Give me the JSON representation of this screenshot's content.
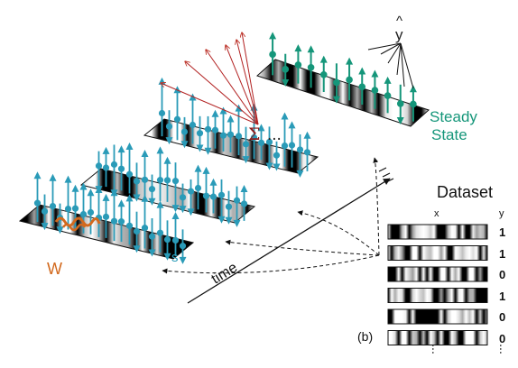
{
  "labels": {
    "steady": "Steady",
    "state": "State",
    "yhat_letter": "y",
    "yhat_hat": "^",
    "sigma": "Σ",
    "ellipsis": "...",
    "weight": "W",
    "spin": "s",
    "time": "time",
    "dataset_title": "Dataset",
    "col_x": "x",
    "col_y": "y",
    "panel": "(b)",
    "vertical_ellipsis": "..."
  },
  "dataset_rows": [
    {
      "y": "1"
    },
    {
      "y": "1"
    },
    {
      "y": "0"
    },
    {
      "y": "1"
    },
    {
      "y": "0"
    },
    {
      "y": "0"
    }
  ],
  "colors": {
    "spin": "#2a9bb8",
    "steady": "#15967a",
    "readout": "#b22222",
    "weight": "#d2691e"
  }
}
